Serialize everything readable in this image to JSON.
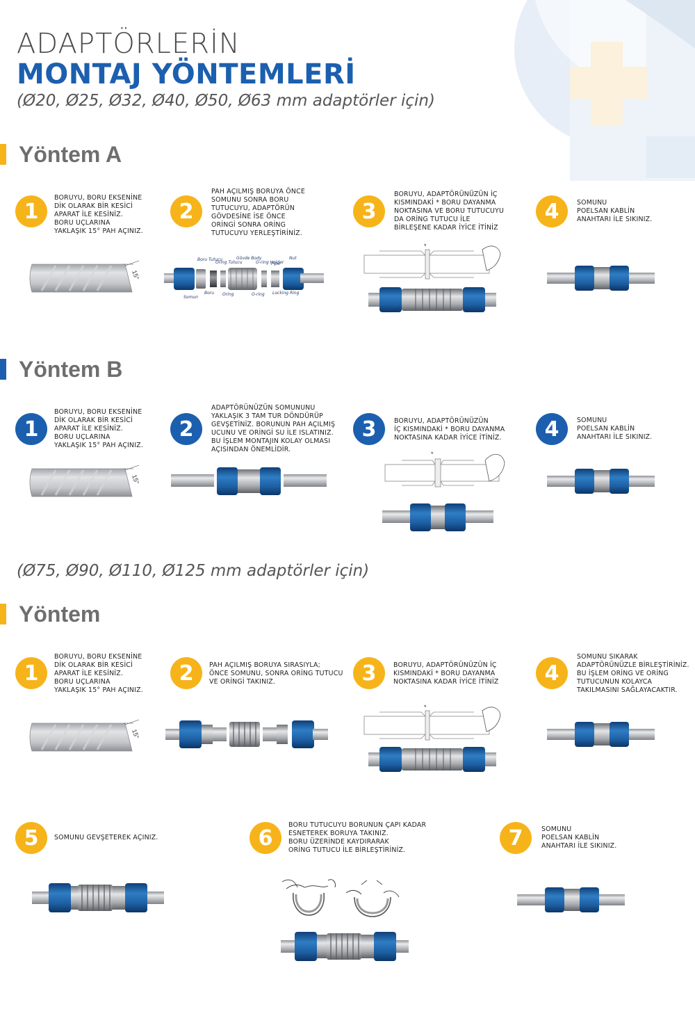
{
  "header": {
    "title_light": "ADAPTÖRLERİN",
    "title_bold": "MONTAJ YÖNTEMLERİ",
    "subtitle": "(Ø20, Ø25, Ø32, Ø40, Ø50, Ø63 mm adaptörler için)"
  },
  "colors": {
    "yellow": "#f6b41a",
    "blue": "#1c5fae",
    "pipe": "#c9cbce",
    "fitting": "#1d5fa3"
  },
  "section_a": {
    "title": "Yöntem A",
    "steps": [
      {
        "num": "1",
        "text": "BORUYU, BORU EKSENİNE\nDİK OLARAK BİR KESİCİ\nAPARAT İLE KESİNİZ.\nBORU UÇLARINA\nYAKLAŞIK 15° PAH AÇINIZ."
      },
      {
        "num": "2",
        "text": "PAH AÇILMIŞ BORUYA ÖNCE\nSOMUNU SONRA BORU\nTUTUCUYU, ADAPTÖRÜN\nGÖVDESİNE İSE ÖNCE\nORİNGİ SONRA ORİNG\nTUTUCUYU YERLEŞTİRİNİZ."
      },
      {
        "num": "3",
        "text": "BORUYU, ADAPTÖRÜNÜZÜN İÇ\nKISMINDAKİ * BORU DAYANMA\nNOKTASINA VE BORU TUTUCUYU\nDA ORİNG TUTUCU İLE\nBİRLEŞENE KADAR İYİCE İTİNİZ"
      },
      {
        "num": "4",
        "text": "SOMUNU\nPOELSAN KABLİN\nANAHTARI İLE SIKINIZ."
      }
    ],
    "angle_label": "15°",
    "part_labels": {
      "boru_tutucu": "Boru Tutucu",
      "oring_tutucu": "Oring Tutucu",
      "govde": "Gövde Body",
      "oring_holder": "O-ring Holder",
      "pipe": "Pipe",
      "nut": "Nut",
      "somun": "Somun",
      "boru": "Boru",
      "oring": "Oring",
      "o_ring": "O-ring",
      "locking_ring": "Locking Ring"
    },
    "stop_mark": "*"
  },
  "section_b": {
    "title": "Yöntem B",
    "steps": [
      {
        "num": "1",
        "text": "BORUYU, BORU EKSENİNE\nDİK OLARAK BİR KESİCİ\nAPARAT İLE KESİNİZ.\nBORU UÇLARINA\nYAKLAŞIK 15° PAH AÇINIZ."
      },
      {
        "num": "2",
        "text": "ADAPTÖRÜNÜZÜN SOMUNUNU\nYAKLAŞIK 3 TAM TUR DÖNDÜRÜP\nGEVŞETİNİZ. BORUNUN PAH AÇILMIŞ\nUCUNU VE ORİNGİ SU İLE ISLATINIZ.\nBU İŞLEM MONTAJIN KOLAY OLMASI\nAÇISINDAN ÖNEMLİDİR."
      },
      {
        "num": "3",
        "text": "BORUYU, ADAPTÖRÜNÜZÜN\nİÇ KISMINDAKİ * BORU DAYANMA\nNOKTASINA KADAR İYİCE İTİNİZ."
      },
      {
        "num": "4",
        "text": "SOMUNU\nPOELSAN KABLİN\nANAHTARI İLE SIKINIZ."
      }
    ]
  },
  "subtitle_2": "(Ø75, Ø90, Ø110, Ø125 mm adaptörler için)",
  "section_c": {
    "title": "Yöntem",
    "steps": [
      {
        "num": "1",
        "text": "BORUYU, BORU EKSENİNE\nDİK OLARAK BİR KESİCİ\nAPARAT İLE KESİNİZ.\nBORU UÇLARINA\nYAKLAŞIK 15° PAH AÇINIZ."
      },
      {
        "num": "2",
        "text": "PAH AÇILMIŞ BORUYA SIRASIYLA;\nÖNCE SOMUNU, SONRA ORİNG TUTUCU\nVE ORİNGİ TAKINIZ."
      },
      {
        "num": "3",
        "text": "BORUYU, ADAPTÖRÜNÜZÜN İÇ\nKISMINDAKİ * BORU DAYANMA\nNOKTASINA KADAR İYİCE İTİNİZ"
      },
      {
        "num": "4",
        "text": "SOMUNU SIKARAK\nADAPTÖRÜNÜZLE BİRLEŞTİRİNİZ.\nBU İŞLEM ORİNG VE ORİNG\nTUTUCUNUN KOLAYCA\nTAKILMASINI SAĞLAYACAKTIR."
      },
      {
        "num": "5",
        "text": "SOMUNU GEVŞETEREK AÇINIZ."
      },
      {
        "num": "6",
        "text": "BORU TUTUCUYU BORUNUN ÇAPI KADAR\nESNETEREK BORUYA TAKINIZ.\nBORU ÜZERİNDE KAYDIRARAK\nORİNG TUTUCU İLE BİRLEŞTİRİNİZ."
      },
      {
        "num": "7",
        "text": "SOMUNU\nPOELSAN KABLİN\nANAHTARI İLE SIKINIZ."
      }
    ]
  }
}
